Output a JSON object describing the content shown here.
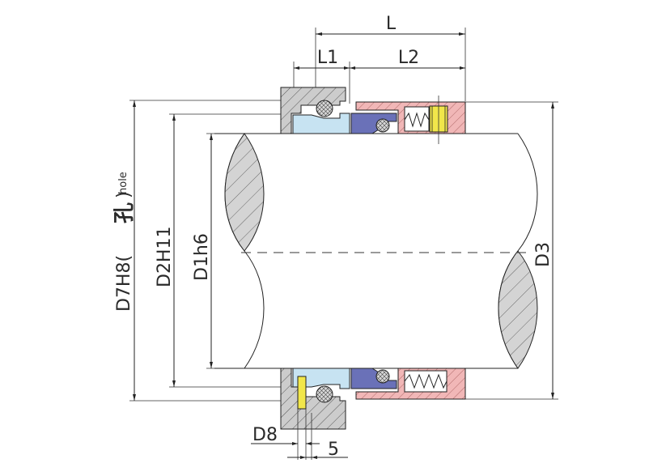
{
  "labels": {
    "L": "L",
    "L1": "L1",
    "L2": "L2",
    "D3": "D3",
    "D1h6": "D1h6",
    "D2H11": "D2H11",
    "D7H8": "D7H8(",
    "kong": "孔",
    "hole": "hole",
    "D8": "D8",
    "five": "5"
  },
  "colors": {
    "stroke": "#222222",
    "hatch_gray": "#cccccc",
    "light_blue": "#c7e3f2",
    "purple_blue": "#6a71b8",
    "pink": "#f1b7b7",
    "yellow": "#f1e64a",
    "shaft_hatch": "#d0d0d0"
  }
}
